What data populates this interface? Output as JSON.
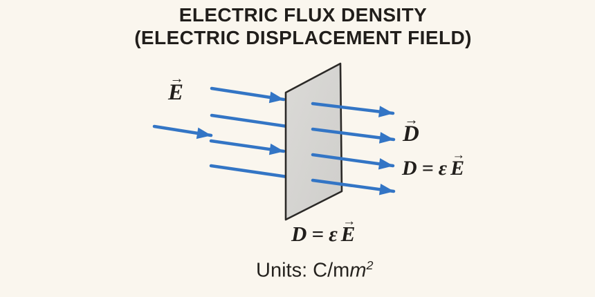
{
  "title": {
    "line1": "ELECTRIC FLUX DENSITY",
    "line2": "(ELECTRIC DISPLACEMENT FIELD)"
  },
  "labels": {
    "e_field": "E",
    "d_field": "D"
  },
  "equations": {
    "right": {
      "lhs": "D",
      "equals": "=",
      "epsilon": "ε",
      "rhs": "E"
    },
    "bottom": {
      "lhs": "D",
      "equals": "=",
      "epsilon": "ε",
      "rhs": "E"
    }
  },
  "units": {
    "prefix": "Units: C/m",
    "italic_m": "m",
    "exponent": "2"
  },
  "icons": {
    "vector_arrow": "→"
  },
  "colors": {
    "background": "#faf6ee",
    "text": "#211e1b",
    "arrow_blue": "#3375c5",
    "slab_fill": "#d6d5d2",
    "slab_outline": "#2b2927"
  }
}
